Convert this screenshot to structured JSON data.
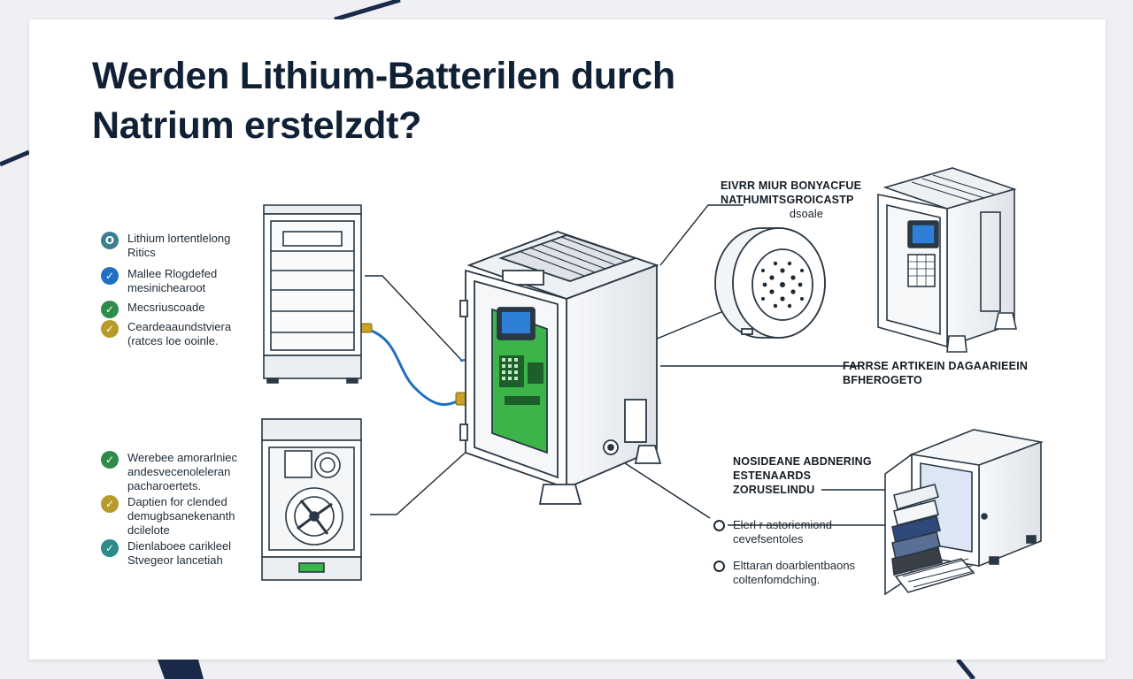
{
  "title": {
    "line1": "Werden Lithium-Batterilen durch",
    "line2": "Natrium erstelzdt?"
  },
  "left_legend_top": [
    {
      "icon": "O",
      "icon_name": "circle-o-icon",
      "color": "#3d7f8e",
      "lines": [
        "Lithium lortentlelong",
        "Ritics"
      ]
    },
    {
      "icon": "✓",
      "icon_name": "check-circle-icon",
      "color": "#1f6fc2",
      "lines": [
        "Mallee Rlogdefed",
        "mesinichearoot"
      ]
    },
    {
      "icon": "✓",
      "icon_name": "check-circle-icon",
      "color": "#2f8b4a",
      "lines": [
        "Mecsriuscoade"
      ]
    },
    {
      "icon": "✓",
      "icon_name": "check-circle-icon",
      "color": "#b89a2a",
      "lines": [
        "Ceardeaaundstviera",
        "(ratces loe ooinle."
      ]
    }
  ],
  "left_legend_bottom": [
    {
      "icon": "✓",
      "icon_name": "check-circle-icon",
      "color": "#2f8b4a",
      "lines": [
        "Werebee amorarlniec",
        "andesvecenoleleran",
        "pacharoertets."
      ]
    },
    {
      "icon": "✓",
      "icon_name": "check-circle-icon",
      "color": "#b89a2a",
      "lines": [
        "Daptien for clended",
        "demugbsanekenanth",
        "dcilelote"
      ]
    },
    {
      "icon": "✓",
      "icon_name": "check-circle-icon",
      "color": "#2b8a8a",
      "lines": [
        "Dienlaboee carikleel",
        "Stvegeor lancetiah"
      ]
    }
  ],
  "right_labels": {
    "cell": [
      "EIVRR MIUR BONYACFUE",
      "NATHUMITSGROICASTP",
      "dsoale"
    ],
    "mid": [
      "FARRSE ARTIKEIN DAGAARIEEIN",
      "BFHEROGETO"
    ],
    "storage": [
      "NOSIDEANE ABDNERING",
      "ESTENAARDS",
      "ZORUSELINDU"
    ],
    "bullet1": [
      "Elerl r astoriemiond",
      "cevefsentoles"
    ],
    "bullet2": [
      "Elttaran doarblentbaons",
      "coltenfomdching."
    ]
  },
  "colors": {
    "title": "#102035",
    "navy_accent": "#1b2a4a",
    "board_green": "#3bb54a",
    "cable_blue": "#1f6fc2",
    "connector_gold": "#c9a227",
    "screen_blue": "#2d7fd8"
  }
}
